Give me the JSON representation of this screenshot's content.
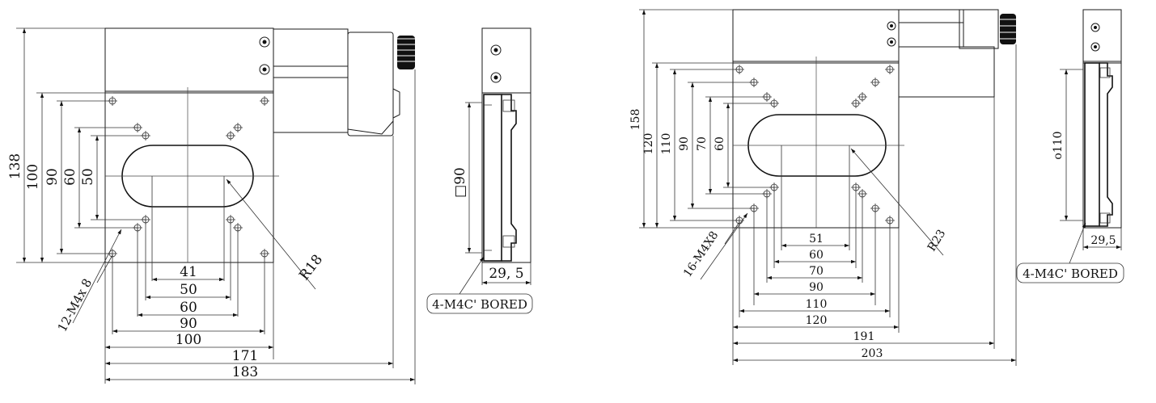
{
  "view_a": {
    "heights": [
      "138",
      "100",
      "90",
      "60",
      "50"
    ],
    "widths": [
      "41",
      "50",
      "60",
      "90",
      "100",
      "171",
      "183"
    ],
    "radius": "R18",
    "holes_note": "12-M4x 8"
  },
  "side_a": {
    "size": "□90",
    "thickness": "29, 5",
    "note": "4-M4C' BORED"
  },
  "view_b": {
    "heights": [
      "158",
      "120",
      "110",
      "90",
      "70",
      "60"
    ],
    "widths": [
      "51",
      "60",
      "70",
      "90",
      "110",
      "120",
      "191",
      "203"
    ],
    "radius": "R23",
    "holes_note": "16-M4X8"
  },
  "side_b": {
    "size": "ο110",
    "thickness": "29,5",
    "note": "4-M4C' BORED"
  }
}
